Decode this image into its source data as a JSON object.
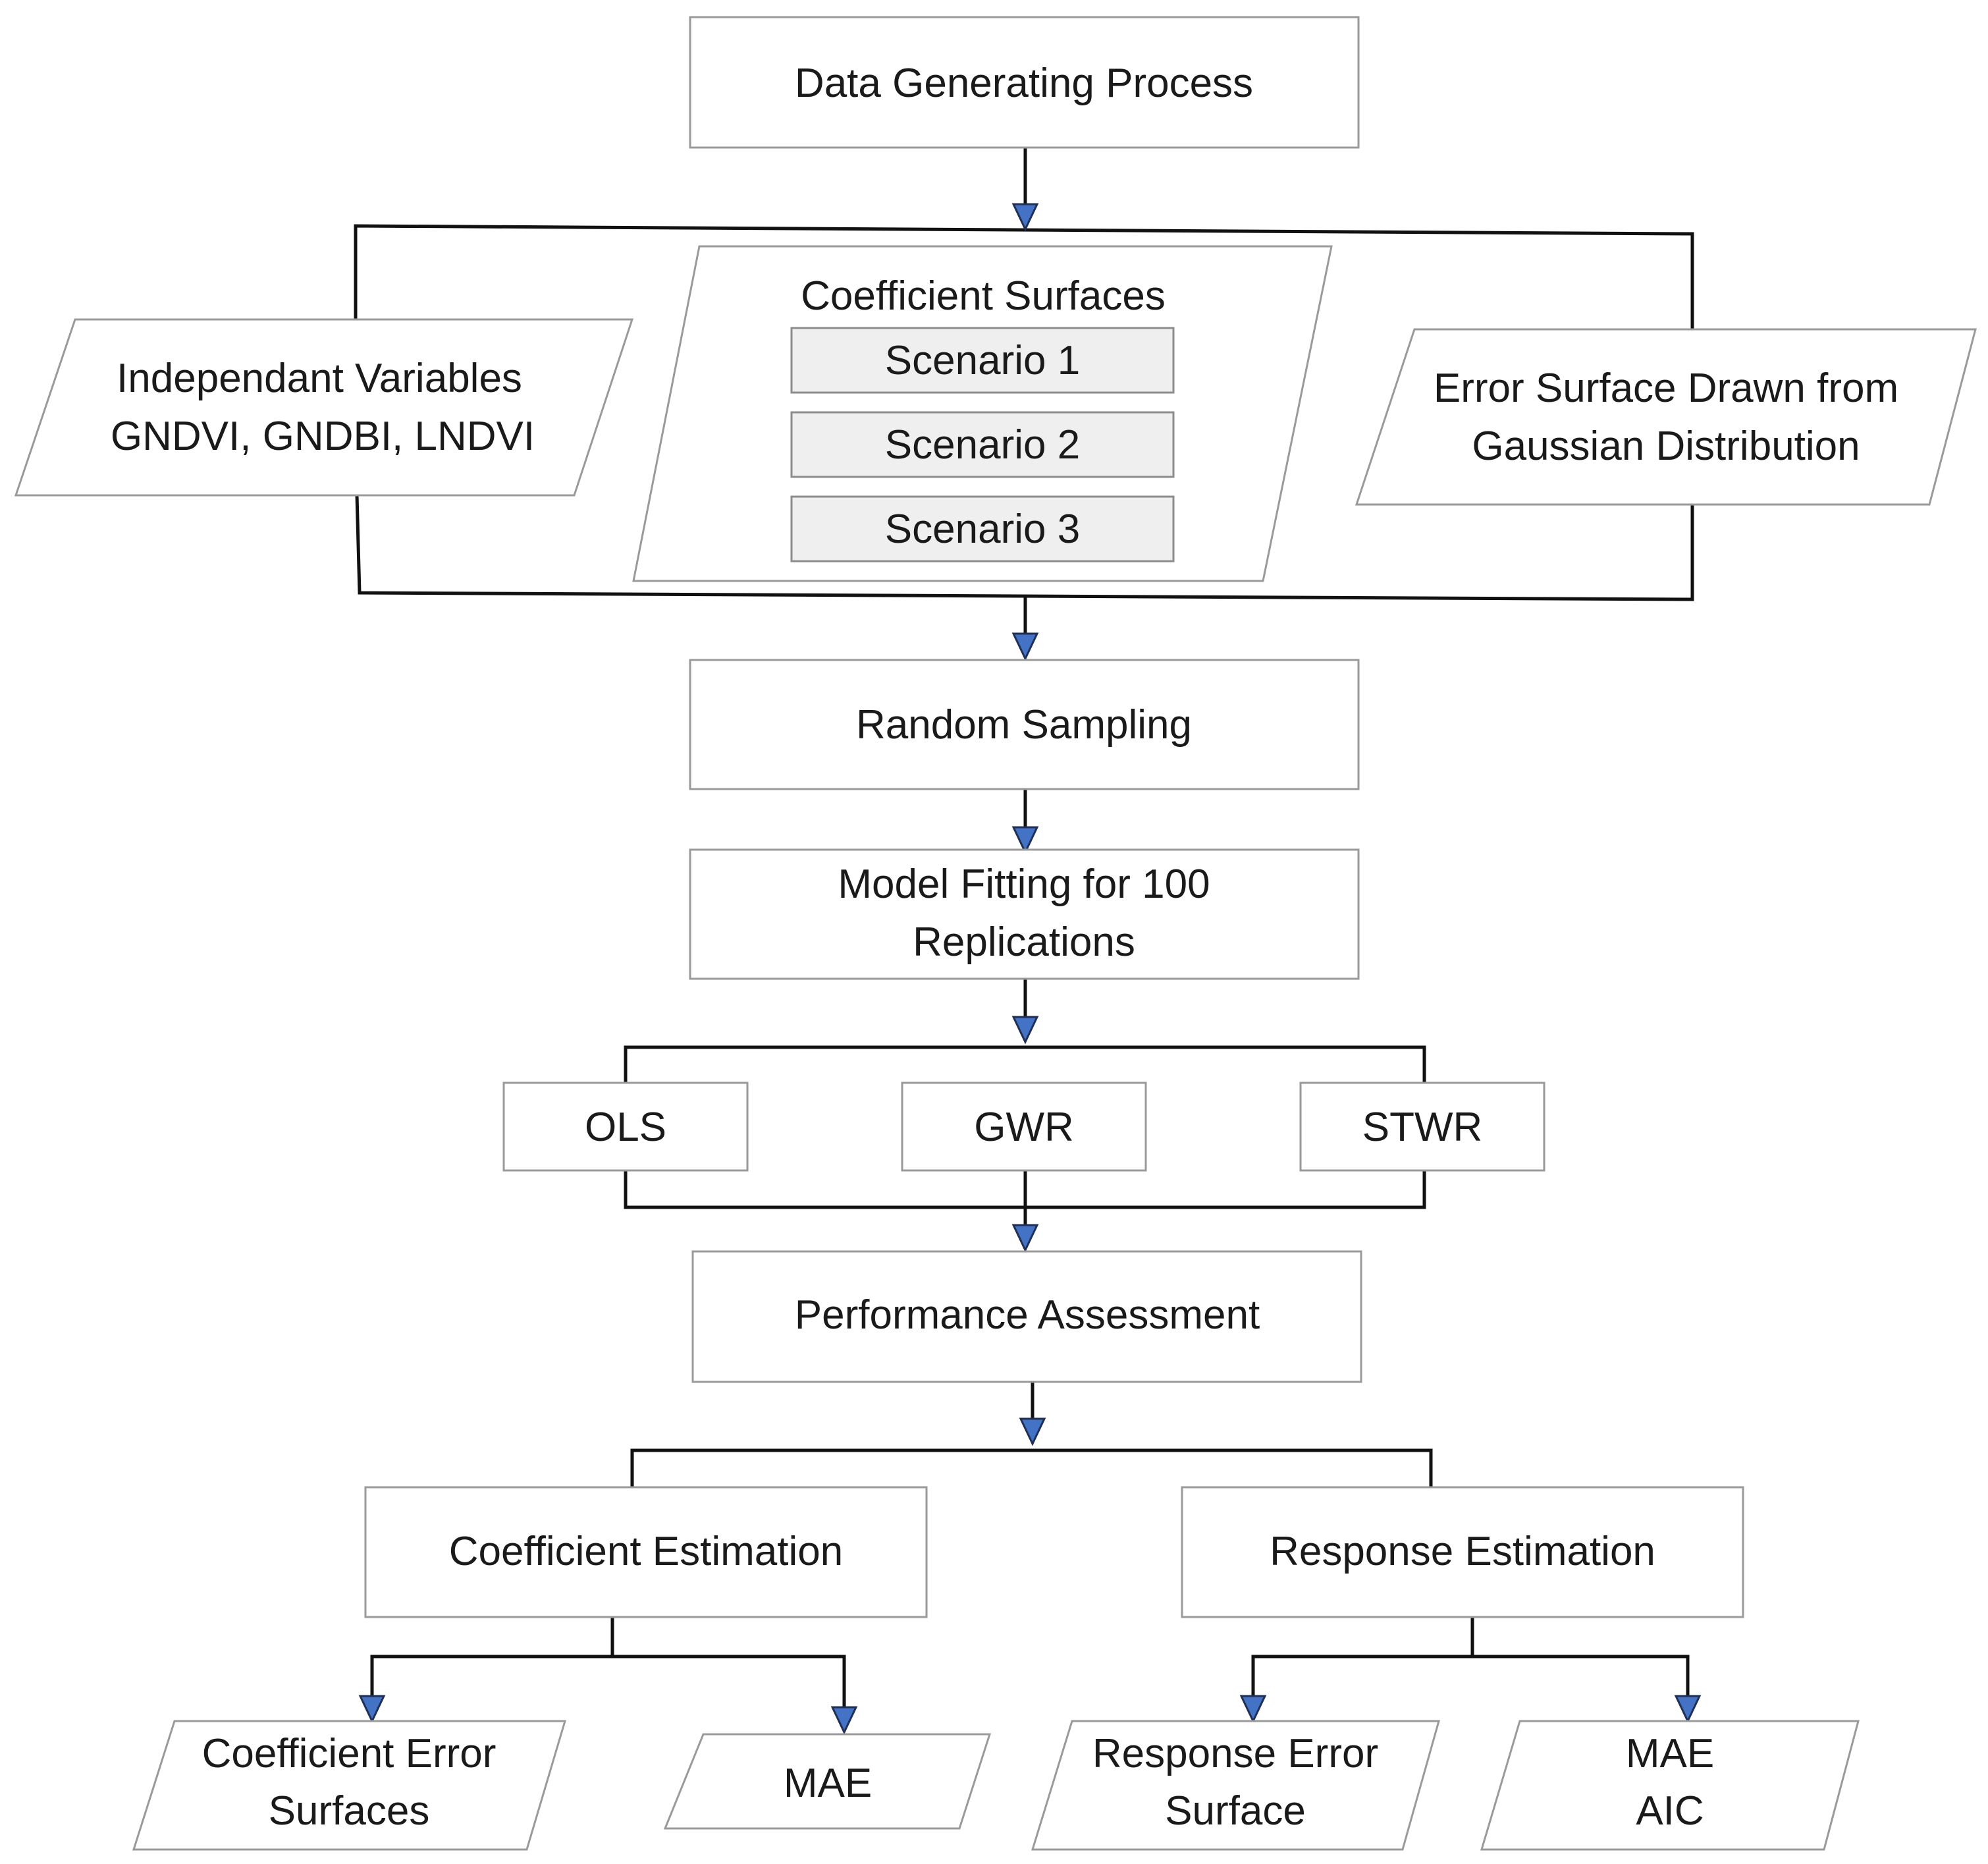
{
  "nodes": {
    "data_generating_process": "Data Generating Process",
    "independent_variables": [
      "Independant Variables",
      "GNDVI, GNDBI, LNDVI"
    ],
    "coefficient_surfaces": "Coefficient Surfaces",
    "scenarios": [
      "Scenario 1",
      "Scenario 2",
      "Scenario 3"
    ],
    "error_surface": [
      "Error Surface Drawn from",
      "Gaussian Distribution"
    ],
    "random_sampling": "Random Sampling",
    "model_fitting": [
      "Model Fitting for 100",
      "Replications"
    ],
    "models": [
      "OLS",
      "GWR",
      "STWR"
    ],
    "performance_assessment": "Performance Assessment",
    "coefficient_estimation": "Coefficient Estimation",
    "response_estimation": "Response Estimation",
    "coefficient_error_surfaces": [
      "Coefficient Error",
      "Surfaces"
    ],
    "coef_mae": "MAE",
    "response_error_surface": [
      "Response Error",
      "Surface"
    ],
    "resp_metrics": [
      "MAE",
      "AIC"
    ]
  },
  "colors": {
    "arrowhead": "#4472c4",
    "scenario_fill": "#efefef",
    "border": "#9a9a9a"
  }
}
